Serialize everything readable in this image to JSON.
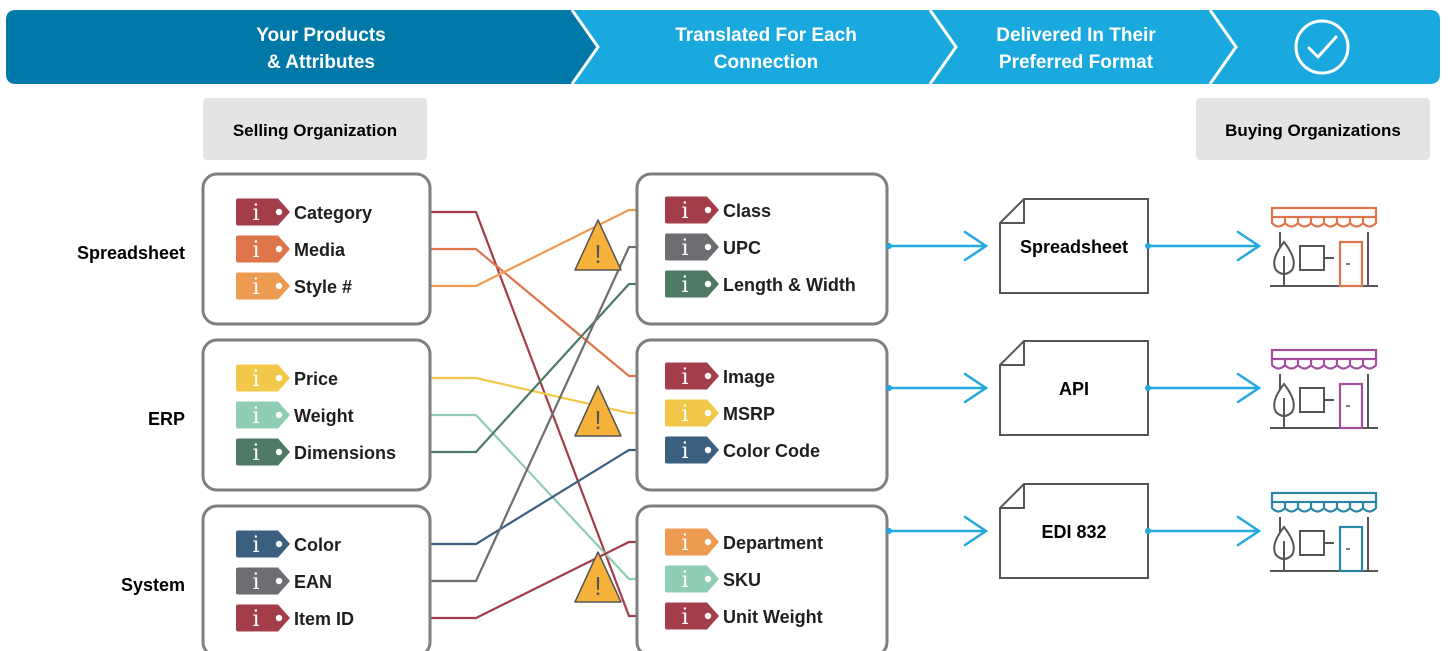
{
  "colors": {
    "banner_dark": "#0078a8",
    "banner_light": "#1aa9de",
    "tag_red": "#a33d4a",
    "tag_orange": "#e0744a",
    "tag_amber": "#ee9b52",
    "tag_yellow": "#f2c84b",
    "tag_mint": "#8fcdb4",
    "tag_green": "#4e7a66",
    "tag_navy": "#3a5f7f",
    "tag_gray": "#6e6e72",
    "arrow_blue": "#23a8df",
    "warning": "#f7b23b"
  },
  "banner": {
    "steps": [
      {
        "line1": "Your Products",
        "line2": "& Attributes"
      },
      {
        "line1": "Translated For Each",
        "line2": "Connection"
      },
      {
        "line1": "Delivered In Their",
        "line2": "Preferred Format"
      }
    ],
    "final_icon": "check-circle-icon"
  },
  "labels": {
    "selling": "Selling Organization",
    "buying": "Buying Organizations"
  },
  "sources": [
    {
      "name": "Spreadsheet",
      "items": [
        {
          "label": "Category",
          "color": "#a33d4a"
        },
        {
          "label": "Media",
          "color": "#e0744a"
        },
        {
          "label": "Style #",
          "color": "#ee9b52"
        }
      ]
    },
    {
      "name": "ERP",
      "items": [
        {
          "label": "Price",
          "color": "#f2c84b"
        },
        {
          "label": "Weight",
          "color": "#8fcdb4"
        },
        {
          "label": "Dimensions",
          "color": "#4e7a66"
        }
      ]
    },
    {
      "name": "System",
      "items": [
        {
          "label": "Color",
          "color": "#3a5f7f"
        },
        {
          "label": "EAN",
          "color": "#6e6e72"
        },
        {
          "label": "Item ID",
          "color": "#a33d4a"
        }
      ]
    }
  ],
  "targets": [
    {
      "items": [
        {
          "label": "Class",
          "color": "#a33d4a"
        },
        {
          "label": "UPC",
          "color": "#6e6e72"
        },
        {
          "label": "Length & Width",
          "color": "#4e7a66"
        }
      ]
    },
    {
      "items": [
        {
          "label": "Image",
          "color": "#a33d4a"
        },
        {
          "label": "MSRP",
          "color": "#f2c84b"
        },
        {
          "label": "Color Code",
          "color": "#3a5f7f"
        }
      ]
    },
    {
      "items": [
        {
          "label": "Department",
          "color": "#ee9b52"
        },
        {
          "label": "SKU",
          "color": "#8fcdb4"
        },
        {
          "label": "Unit Weight",
          "color": "#a33d4a"
        }
      ]
    }
  ],
  "formats": [
    "Spreadsheet",
    "API",
    "EDI 832"
  ],
  "stores": [
    {
      "color": "#e0744a"
    },
    {
      "color": "#a34fa0"
    },
    {
      "color": "#2a86a8"
    }
  ],
  "tag_glyph": "i",
  "warning_glyph": "!",
  "connections": [
    {
      "from": [
        0,
        0
      ],
      "to": [
        2,
        2
      ]
    },
    {
      "from": [
        0,
        1
      ],
      "to": [
        1,
        0
      ]
    },
    {
      "from": [
        0,
        2
      ],
      "to": [
        0,
        0
      ]
    },
    {
      "from": [
        1,
        0
      ],
      "to": [
        1,
        1
      ]
    },
    {
      "from": [
        1,
        1
      ],
      "to": [
        2,
        1
      ]
    },
    {
      "from": [
        1,
        2
      ],
      "to": [
        0,
        2
      ]
    },
    {
      "from": [
        2,
        0
      ],
      "to": [
        1,
        2
      ]
    },
    {
      "from": [
        2,
        1
      ],
      "to": [
        0,
        1
      ]
    },
    {
      "from": [
        2,
        2
      ],
      "to": [
        2,
        0
      ]
    }
  ]
}
